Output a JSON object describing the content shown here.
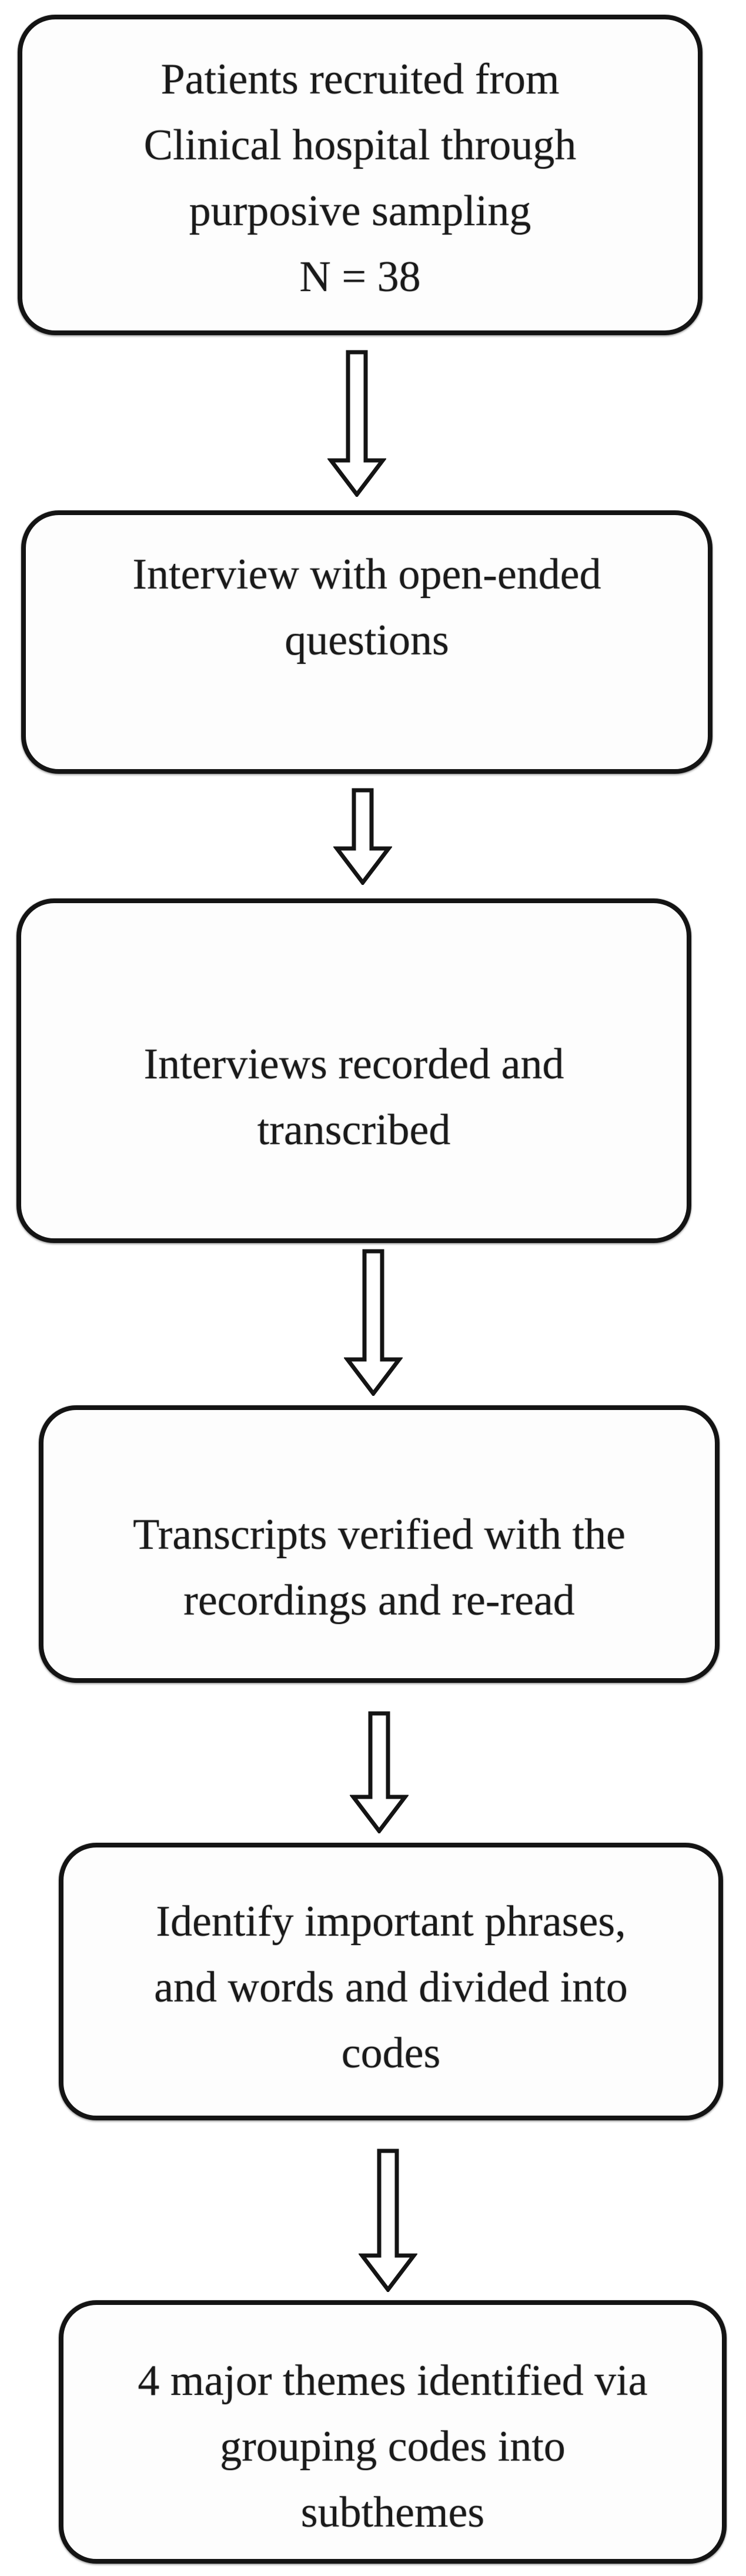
{
  "figure": {
    "type": "flowchart",
    "orientation": "vertical",
    "step_count": 6,
    "connector_count": 5
  },
  "colors": {
    "background": "#ffffff",
    "box_border": "#141414",
    "box_fill": "#fdfdfd",
    "text": "#1a1a1a",
    "arrow_outline": "#141414",
    "arrow_fill": "#ffffff"
  },
  "icons": {
    "connector": "down-arrow-icon"
  },
  "steps": [
    {
      "id": "recruitment",
      "lines": [
        "Patients recruited from",
        "Clinical hospital through",
        "purposive sampling",
        "N = 38"
      ]
    },
    {
      "id": "interview",
      "lines": [
        "Interview with open-ended",
        "questions"
      ]
    },
    {
      "id": "recording",
      "lines": [
        "Interviews recorded and",
        "transcribed"
      ]
    },
    {
      "id": "verification",
      "lines": [
        "Transcripts verified with the",
        "recordings and re-read"
      ]
    },
    {
      "id": "coding",
      "lines": [
        "Identify important phrases,",
        "and words and divided into",
        "codes"
      ]
    },
    {
      "id": "themes",
      "lines": [
        "4 major themes identified via",
        "grouping codes into",
        "subthemes"
      ]
    }
  ]
}
